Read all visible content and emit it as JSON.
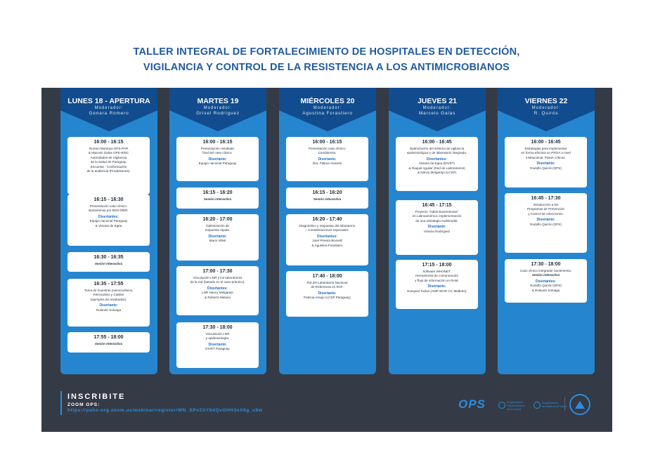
{
  "title": {
    "line1": "TALLER INTEGRAL DE FORTALECIMIENTO DE HOSPITALES EN DETECCIÓN,",
    "line2": "VIGILANCIA Y CONTROL DE LA RESISTENCIA A LOS ANTIMICROBIANOS"
  },
  "days": [
    {
      "name": "LUNES 18 - APERTURA",
      "moderator_label": "Moderador:",
      "moderator": "Genara Romero",
      "sessions": [
        {
          "time": "16:00 - 16:15",
          "lines": [
            {
              "text": "Romeo Montoya OPS-PAR"
            },
            {
              "text": "& Marcelo Galas OPS-WDC"
            },
            {
              "text": "Autoridades de Vigilancia"
            },
            {
              "text": "de la Salud de Paraguay."
            },
            {
              "text": "Encuesta - Conformación"
            },
            {
              "text": "de la audiencia (Prodelsones)."
            }
          ]
        },
        {
          "time": "16:15 - 16:30",
          "lines": [
            {
              "text": "Presentación caso clínico:"
            },
            {
              "text": "Bacteriemia por BGN MDR."
            },
            {
              "text": "Disertantes:",
              "style": "lbl"
            },
            {
              "text": "Equipo nacional Paraguay"
            },
            {
              "text": "& Viviana de Egea"
            }
          ]
        },
        {
          "time": "16:30 - 16:35",
          "lines": [
            {
              "text": "Sesión Interactiva",
              "style": "it"
            }
          ]
        },
        {
          "time": "16:35 - 17:55",
          "lines": [
            {
              "text": "Toma de muestras (Hemocultivos,"
            },
            {
              "text": "Retrocultivo y Catéter"
            },
            {
              "text": "(ejemplos de resultados)."
            },
            {
              "text": "Disertante:",
              "style": "lbl"
            },
            {
              "text": "Rolando Soloaga"
            }
          ]
        },
        {
          "time": "17:55 - 18:00",
          "lines": [
            {
              "text": "Sesión Interactiva",
              "style": "it"
            }
          ]
        }
      ]
    },
    {
      "name": "MARTES 19",
      "moderator_label": "Moderador:",
      "moderator": "Grisel Rodríguez",
      "sessions": [
        {
          "time": "16:00 - 16:15",
          "lines": [
            {
              "text": "Presentación resultado"
            },
            {
              "text": "final del caso clínico."
            },
            {
              "text": "Disertante:",
              "style": "lbl"
            },
            {
              "text": "Equipo nacional Paraguay"
            }
          ]
        },
        {
          "time": "16:15 - 16:20",
          "lines": [
            {
              "text": "Sesión interactiva",
              "style": "it"
            }
          ]
        },
        {
          "time": "16:20 - 17:00",
          "lines": [
            {
              "text": "Optimización de"
            },
            {
              "text": "respuesta rápida."
            },
            {
              "text": "Disertante:",
              "style": "lbl"
            },
            {
              "text": "Mario Villeti"
            }
          ]
        },
        {
          "time": "17:00 - 17:30",
          "lines": [
            {
              "text": "Vinculación LNR y los laboratorios"
            },
            {
              "text": "de la red (basado en el caso práctico)."
            },
            {
              "text": "Disertantes:",
              "style": "lbl"
            },
            {
              "text": "LNR Nancy Melgarejo"
            },
            {
              "text": "& Roberto Melano"
            }
          ]
        },
        {
          "time": "17:30 - 18:00",
          "lines": [
            {
              "text": "Vinculación LNR"
            },
            {
              "text": "y epidemiología."
            },
            {
              "text": "Disertante:",
              "style": "lbl"
            },
            {
              "text": "DIVET Paraguay"
            }
          ]
        }
      ]
    },
    {
      "name": "MIÉRCOLES 20",
      "moderator_label": "Moderador:",
      "moderator": "Agustina Forastiero",
      "sessions": [
        {
          "time": "16:00 - 16:15",
          "lines": [
            {
              "text": "Presentación caso clínico:"
            },
            {
              "text": "Candidemia."
            },
            {
              "text": "Disertante:",
              "style": "lbl"
            },
            {
              "text": "Dra. Fátima Ovando"
            }
          ]
        },
        {
          "time": "16:15 - 16:20",
          "lines": [
            {
              "text": "Sesión interactiva",
              "style": "it"
            }
          ]
        },
        {
          "time": "16:20 - 17:40",
          "lines": [
            {
              "text": "Diagnóstico y respuesta del laboratorio"
            },
            {
              "text": "– Consideraciones especiales."
            },
            {
              "text": "Disertantes:",
              "style": "lbl"
            },
            {
              "text": "José Pereira Brunelli"
            },
            {
              "text": "& Agustina Forastiero"
            }
          ]
        },
        {
          "time": "17:40 - 18:00",
          "lines": [
            {
              "text": "Rol del Laboratorio Nacional"
            },
            {
              "text": "de Referencia en RAF."
            },
            {
              "text": "Disertante:",
              "style": "lbl"
            },
            {
              "text": "Patricia Araujo (LCSP Paraguay)"
            }
          ]
        }
      ]
    },
    {
      "name": "JUEVES 21",
      "moderator_label": "Moderador:",
      "moderator": "Marcelo Galas",
      "sessions": [
        {
          "time": "16:00 - 16:45",
          "lines": [
            {
              "text": "Optimización del sistema de vigilancia"
            },
            {
              "text": "epidemiológica y de laboratorio integrada."
            },
            {
              "text": "Disertantes:",
              "style": "lbl"
            },
            {
              "text": "Viviana de Egea (DIVET)"
            },
            {
              "text": "& Raquel Aguilar (Red de Laboratorios)"
            },
            {
              "text": "& Nancy Melgarejo (LCSP)"
            }
          ]
        },
        {
          "time": "16:45 - 17:15",
          "lines": [
            {
              "text": "Proyecto \"Adiós Bacteriemias\""
            },
            {
              "text": "en Latinoamérica: implementación"
            },
            {
              "text": "de una estrategia multimodal."
            },
            {
              "text": "Disertante:",
              "style": "lbl"
            },
            {
              "text": "Viviana Rodríguez"
            }
          ]
        },
        {
          "time": "17:15 - 18:00",
          "lines": [
            {
              "text": "Software WHONET."
            },
            {
              "text": "Herramienta de comunicación"
            },
            {
              "text": "y flujo de información en RAM."
            },
            {
              "text": "Disertante:",
              "style": "lbl"
            },
            {
              "text": "Ezequiel Tuduri (AMP WHO CC Malbrán)"
            }
          ]
        }
      ]
    },
    {
      "name": "VIERNES 22",
      "moderator_label": "Moderador:",
      "moderator": "R. Quirós",
      "sessions": [
        {
          "time": "16:00 - 16:45",
          "lines": [
            {
              "text": "Estrategias para implementar"
            },
            {
              "text": "en forma efectiva un PROA a nivel"
            },
            {
              "text": "institucional. Pasos críticos."
            },
            {
              "text": "Disertante:",
              "style": "lbl"
            },
            {
              "text": "Rodolfo Quirós (OPS)"
            }
          ]
        },
        {
          "time": "16:45 - 17:30",
          "lines": [
            {
              "text": "Introducción a los"
            },
            {
              "text": "Programas de Prevención"
            },
            {
              "text": "y Control de Infecciones."
            },
            {
              "text": "Disertante:",
              "style": "lbl"
            },
            {
              "text": "Rodolfo Quirós (OPS)"
            }
          ]
        },
        {
          "time": "17:30 - 18:00",
          "lines": [
            {
              "text": "Caso clínico integrador bacteriemia."
            },
            {
              "text": "Sesión interactiva",
              "style": "it"
            },
            {
              "text": "Disertantes:",
              "style": "lbl"
            },
            {
              "text": "Rodolfo Quirós (OPS)"
            },
            {
              "text": "& Rolando Soloaga"
            }
          ]
        }
      ]
    }
  ],
  "footer": {
    "cta": "INSCRIBITE",
    "zoom_label": "ZOOM OPS:",
    "zoom_url": "https://paho-org.zoom.us/webinar/register/WN_SPvZSY8dQvOHH3eX6g_u9w",
    "ops_logo": "OPS",
    "org1": [
      "Organización",
      "Panamericana",
      "de la Salud"
    ],
    "org2": [
      "Organización",
      "Mundial de la Salud"
    ]
  },
  "colors": {
    "title": "#1f5a9e",
    "panel": "#343b46",
    "column": "#2685cf",
    "header": "#114c8e",
    "accent": "#2d8ce0"
  }
}
